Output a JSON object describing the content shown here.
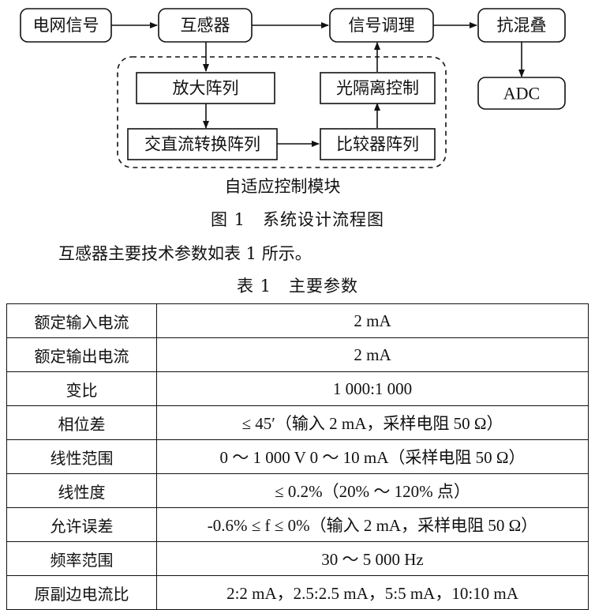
{
  "diagram": {
    "nodes": {
      "grid_signal": "电网信号",
      "transformer": "互感器",
      "signal_conditioning": "信号调理",
      "anti_aliasing": "抗混叠",
      "adc": "ADC",
      "amplifier_array": "放大阵列",
      "optical_isolation_control": "光隔离控制",
      "acdc_conversion_array": "交直流转换阵列",
      "comparator_array": "比较器阵列"
    },
    "region_label": "自适应控制模块"
  },
  "figure_caption": "图 1　系统设计流程图",
  "body_text": "互感器主要技术参数如表 1 所示。",
  "table_caption": "表 1　主要参数",
  "table": {
    "rows": [
      {
        "name": "额定输入电流",
        "value": "2 mA"
      },
      {
        "name": "额定输出电流",
        "value": "2 mA"
      },
      {
        "name": "变比",
        "value": "1 000:1 000"
      },
      {
        "name": "相位差",
        "value": "≤ 45′（输入 2 mA，采样电阻 50 Ω）"
      },
      {
        "name": "线性范围",
        "value": "0 ～ 1 000 V 0 ～ 10 mA（采样电阻 50 Ω）"
      },
      {
        "name": "线性度",
        "value": "≤ 0.2%（20% ～ 120% 点）"
      },
      {
        "name": "允许误差",
        "value": "-0.6% ≤ f ≤ 0%（输入 2 mA，采样电阻 50 Ω）"
      },
      {
        "name": "频率范围",
        "value": "30 ～ 5 000 Hz"
      },
      {
        "name": "原副边电流比",
        "value": "2:2 mA，2.5:2.5 mA，5:5 mA，10:10 mA"
      }
    ]
  }
}
